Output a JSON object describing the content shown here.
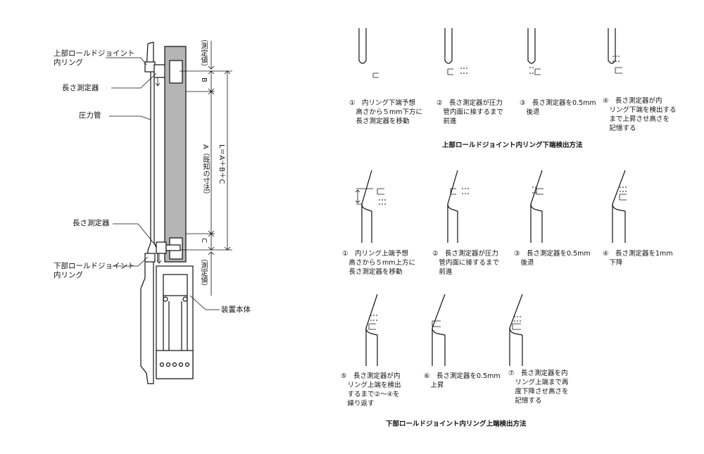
{
  "apparatus": {
    "upper_joint_label": "上部ロールドジョイント\n内リング",
    "length_gauge_upper_label": "長さ測定器",
    "pressure_tube_label": "圧力管",
    "length_gauge_lower_label": "長さ測定器",
    "lower_joint_label": "下部ロールドジョイント\n内リング",
    "device_body_label": "装置本体",
    "measured_top": "（測定値）",
    "measured_bottom": "（測定値）",
    "dim_b": "B",
    "dim_a": "A（既知の寸法）",
    "dim_l": "L＝A＋B＋C",
    "dim_c": "C"
  },
  "upper_method": {
    "title": "上部ロールドジョイント内リング下端検出方法",
    "steps": [
      {
        "caption": "①　内リング下端予想\n　高さから５mm下方に\n　長さ測定器を移動"
      },
      {
        "caption": "②　長さ測定器が圧力\n　管内面に接するまで\n　前進"
      },
      {
        "caption": "③　長さ測定器を0.5mm\n　後退"
      },
      {
        "caption": "④　長さ測定器が内\n　リング下端を検出する\n　まで上昇させ高さを\n　記憶する"
      }
    ]
  },
  "lower_method": {
    "title": "下部ロールドジョイント内リング上端検出方法",
    "steps": [
      {
        "caption": "①　内リング上端予想\n　高さから５mm上方に\n　長さ測定器を移動"
      },
      {
        "caption": "②　長さ測定器が圧力\n　管内面に接するまで\n　前進"
      },
      {
        "caption": "③　長さ測定器を0.5mm\n　後退"
      },
      {
        "caption": "④　長さ測定器を1mm\n　下降"
      },
      {
        "caption": "⑤　長さ測定器が内\n　リング上端を検出\n　するまで②～④を\n　繰り返す"
      },
      {
        "caption": "⑥　長さ測定器を0.5mm\n　上昇"
      },
      {
        "caption": "⑦　長さ測定器を内\n　リング上端まで再\n　度下降させ高さを\n　記憶する"
      }
    ]
  }
}
